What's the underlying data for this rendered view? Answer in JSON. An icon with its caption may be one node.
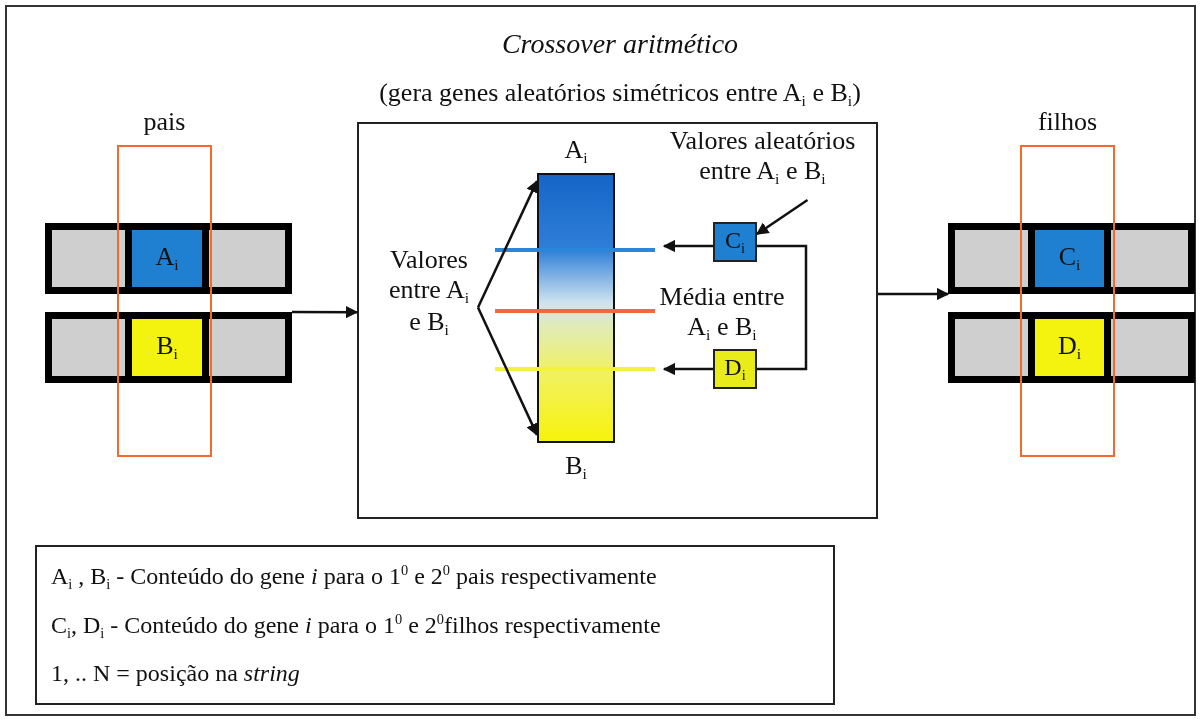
{
  "diagram": {
    "title": "Crossover aritmético",
    "nodes": [
      {
        "text": [
          "pais"
        ]
      },
      {
        "text": [],
        "shape": "bar"
      },
      {
        "text": [
          "A$_{i}$"
        ]
      },
      {
        "text": [],
        "shape": "bar"
      },
      {
        "text": [
          "B$_{i}$"
        ]
      },
      {
        "text": [],
        "shape": "box"
      },
      {
        "text": [
          "A$_{i}$"
        ],
        "beside": [
          "B$_{i}$"
        ],
        "in": 5
      },
      {
        "text": [
          "Valores entre A$_{i}$ e B$_{i}$"
        ],
        "in": 5
      },
      {
        "text": [
          "C$_{i}$"
        ],
        "in": 5
      },
      {
        "text": [
          "D$_{i}$"
        ],
        "in": 5
      },
      {
        "text": [
          "Valores aleatórios entre A$_{i}$ e B$_{i}$"
        ],
        "in": 5
      },
      {
        "text": [
          "filhos"
        ]
      },
      {
        "text": [],
        "shape": "bar"
      },
      {
        "text": [
          "C$_{i}$"
        ]
      },
      {
        "text": [],
        "shape": "bar"
      },
      {
        "text": [
          "D$_{i}$"
        ]
      },
      {
        "text": [
          "A$_{i}$ , B$_{i}$ - Conteúdo do gene *i* para o 1$^{0}$ e 2$^{0}$ pais respectivamente",
          "C$_{i}$, D$_{i}$ - Conteúdo do gene *i* para o 1$^{0}$ e 2$^{0}$filhos respectivamente",
          "1, .. N = posição na *string*"
        ]
      }
    ],
    "edges": [
      {
        "from": 3,
        "to": 5,
        "arrow": "to"
      },
      {
        "from": 7,
        "to": 6,
        "arrow": "to"
      },
      {
        "from": 7,
        "to": 6,
        "arrow": "to"
      },
      {
        "from": 10,
        "to": 8,
        "arrow": "to"
      },
      {
        "from": 8,
        "to": null,
        "arrow": "to"
      },
      {
        "from": 9,
        "to": null,
        "arrow": "to"
      },
      {
        "from": 8,
        "to": 9,
        "arrow": "none"
      },
      {
        "from": 5,
        "to": 12,
        "arrow": "to"
      }
    ],
    "labels": [
      "(gera genes aleatórios simétricos entre  A$_{i}$ e B$_{i}$)",
      "Média entre A$_{i}$ e B$_{i}$"
    ]
  }
}
